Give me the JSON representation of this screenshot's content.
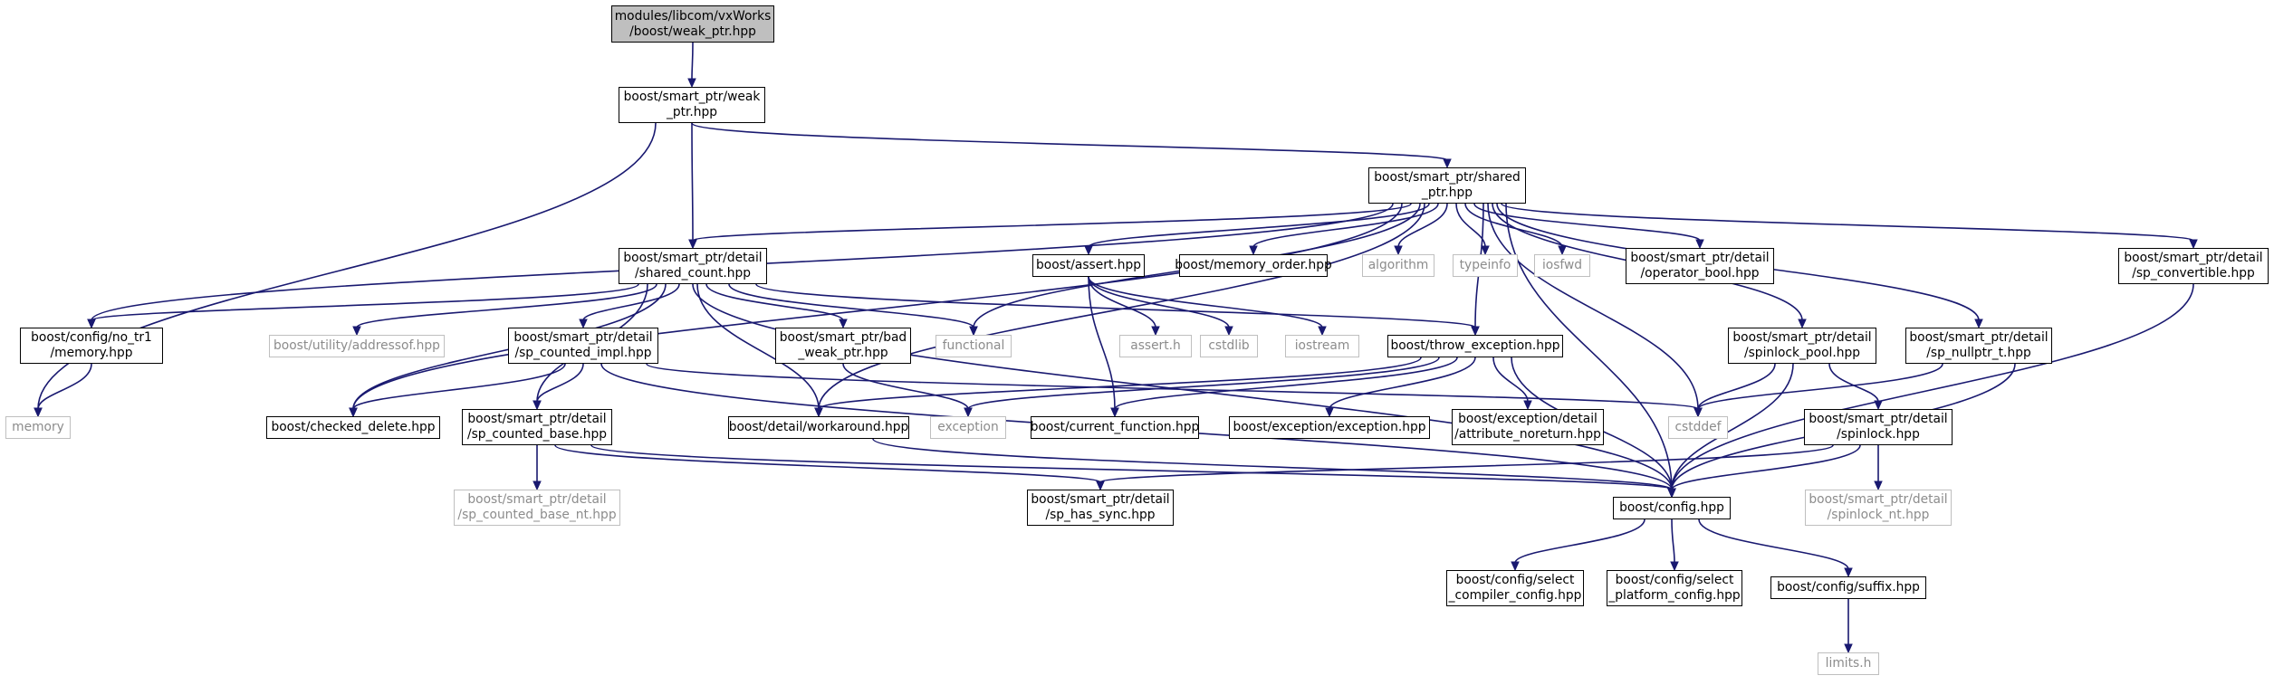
{
  "nodes": {
    "n_root": "modules/libcom/vxWorks\n/boost/weak_ptr.hpp",
    "n_weakptr": "boost/smart_ptr/weak\n_ptr.hpp",
    "n_sharedptr": "boost/smart_ptr/shared\n_ptr.hpp",
    "n_memory": "memory",
    "n_notr1": "boost/config/no_tr1\n/memory.hpp",
    "n_sharedcount": "boost/smart_ptr/detail\n/shared_count.hpp",
    "n_assert": "boost/assert.hpp",
    "n_memorder": "boost/memory_order.hpp",
    "n_algorithm": "algorithm",
    "n_typeinfo": "typeinfo",
    "n_iosfwd": "iosfwd",
    "n_opbool": "boost/smart_ptr/detail\n/operator_bool.hpp",
    "n_spconv": "boost/smart_ptr/detail\n/sp_convertible.hpp",
    "n_addressof": "boost/utility/addressof.hpp",
    "n_spcimpl": "boost/smart_ptr/detail\n/sp_counted_impl.hpp",
    "n_badweak": "boost/smart_ptr/bad\n_weak_ptr.hpp",
    "n_functional": "functional",
    "n_asserth": "assert.h",
    "n_cstdlib": "cstdlib",
    "n_iostream": "iostream",
    "n_throwex": "boost/throw_exception.hpp",
    "n_splockpool": "boost/smart_ptr/detail\n/spinlock_pool.hpp",
    "n_nullptr": "boost/smart_ptr/detail\n/sp_nullptr_t.hpp",
    "n_checked": "boost/checked_delete.hpp",
    "n_spcbase": "boost/smart_ptr/detail\n/sp_counted_base.hpp",
    "n_workaround": "boost/detail/workaround.hpp",
    "n_exception": "exception",
    "n_curfunc": "boost/current_function.hpp",
    "n_exex": "boost/exception/exception.hpp",
    "n_attrnoret": "boost/exception/detail\n/attribute_noreturn.hpp",
    "n_cstddef": "cstddef",
    "n_spinlock": "boost/smart_ptr/detail\n/spinlock.hpp",
    "n_spcbasent": "boost/smart_ptr/detail\n/sp_counted_base_nt.hpp",
    "n_hassync": "boost/smart_ptr/detail\n/sp_has_sync.hpp",
    "n_config": "boost/config.hpp",
    "n_spinlocknt": "boost/smart_ptr/detail\n/spinlock_nt.hpp",
    "n_selcomp": "boost/config/select\n_compiler_config.hpp",
    "n_selplat": "boost/config/select\n_platform_config.hpp",
    "n_suffix": "boost/config/suffix.hpp",
    "n_limits": "limits.h"
  },
  "colors": {
    "edge": "#191970",
    "root_fill": "#bfbfbf",
    "border": "#000000",
    "external_border": "#bfbfbf",
    "external_text": "#8c8c8c"
  }
}
